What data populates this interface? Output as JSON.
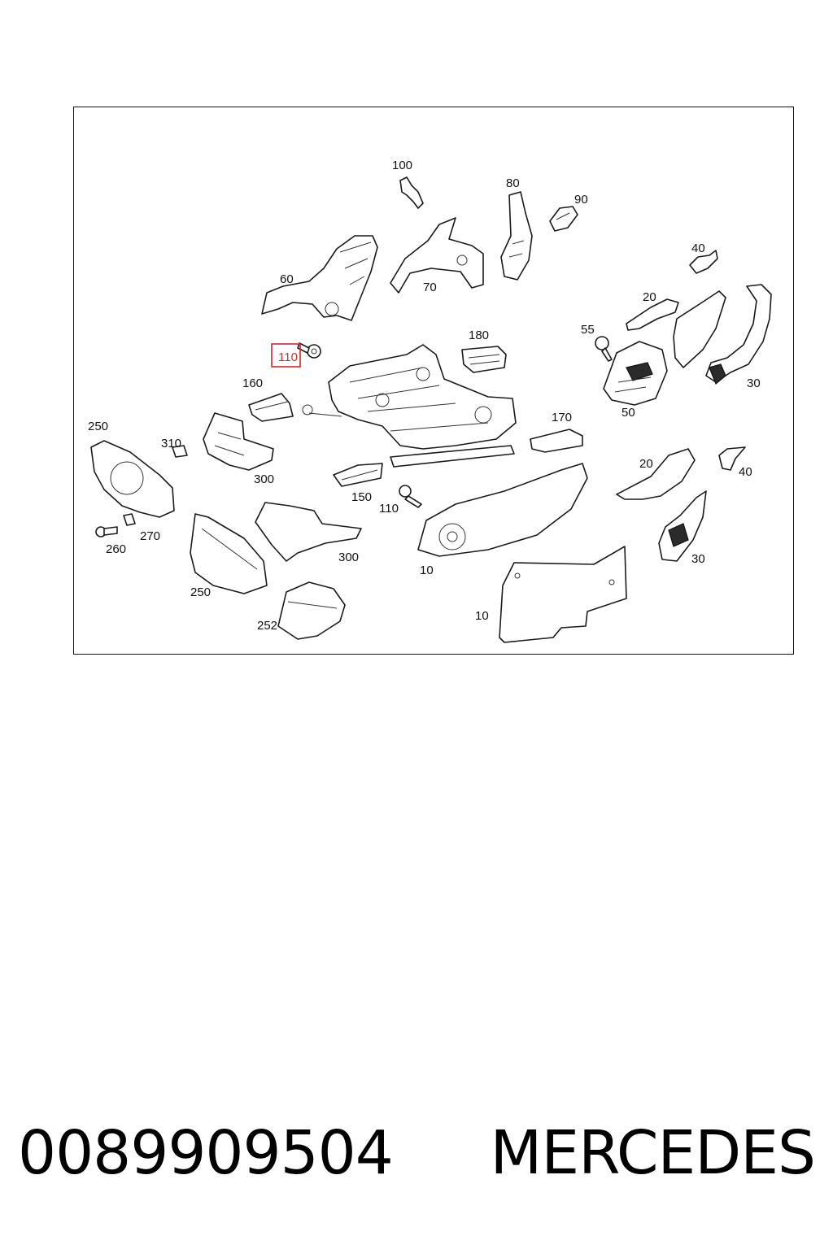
{
  "footer": {
    "part_number": "0089909504",
    "brand": "MERCEDES"
  },
  "diagram": {
    "highlighted_callout": "110",
    "callouts": [
      {
        "id": "c100",
        "text": "100"
      },
      {
        "id": "c80",
        "text": "80"
      },
      {
        "id": "c90",
        "text": "90"
      },
      {
        "id": "c60",
        "text": "60"
      },
      {
        "id": "c70",
        "text": "70"
      },
      {
        "id": "c40a",
        "text": "40"
      },
      {
        "id": "c20a",
        "text": "20"
      },
      {
        "id": "c55",
        "text": "55"
      },
      {
        "id": "c180",
        "text": "180"
      },
      {
        "id": "c110a",
        "text": "110"
      },
      {
        "id": "c160",
        "text": "160"
      },
      {
        "id": "c30a",
        "text": "30"
      },
      {
        "id": "c50",
        "text": "50"
      },
      {
        "id": "c250a",
        "text": "250"
      },
      {
        "id": "c310",
        "text": "310"
      },
      {
        "id": "c170",
        "text": "170"
      },
      {
        "id": "c300a",
        "text": "300"
      },
      {
        "id": "c20b",
        "text": "20"
      },
      {
        "id": "c40b",
        "text": "40"
      },
      {
        "id": "c150",
        "text": "150"
      },
      {
        "id": "c110b",
        "text": "110"
      },
      {
        "id": "c270",
        "text": "270"
      },
      {
        "id": "c260",
        "text": "260"
      },
      {
        "id": "c300b",
        "text": "300"
      },
      {
        "id": "c30b",
        "text": "30"
      },
      {
        "id": "c10a",
        "text": "10"
      },
      {
        "id": "c250b",
        "text": "250"
      },
      {
        "id": "c10b",
        "text": "10"
      },
      {
        "id": "c252",
        "text": "252"
      }
    ]
  }
}
